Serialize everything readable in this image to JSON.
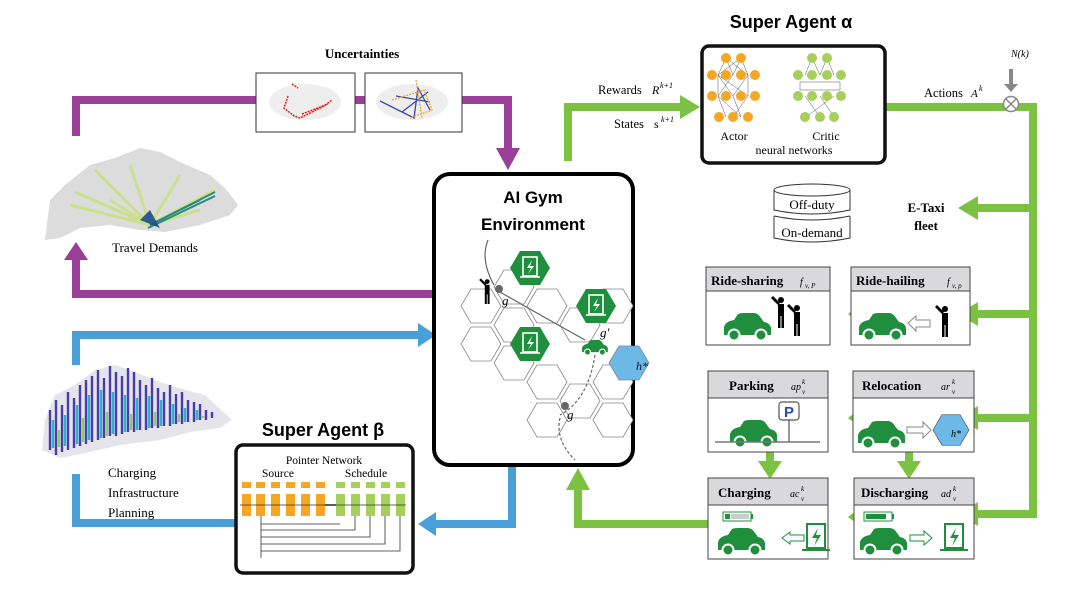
{
  "colors": {
    "purple": "#993f98",
    "green": "#7cc242",
    "blue": "#4a9fd8",
    "dark_green": "#1f8f3e",
    "orange": "#f5a623",
    "light_blue": "#6cb8e6",
    "header_gray": "#d9d9db"
  },
  "uncertainties": {
    "label": "Uncertainties"
  },
  "travel_demands": {
    "label": "Travel Demands"
  },
  "charging_planning": {
    "line1": "Charging",
    "line2": "Infrastructure",
    "line3": "Planning"
  },
  "gym": {
    "title_line1": "AI Gym",
    "title_line2": "Environment",
    "label_g1": "g",
    "label_g2": "g",
    "label_g_prime": "g'",
    "label_h_star": "h*"
  },
  "super_agent_alpha": {
    "title": "Super Agent α",
    "actor_label": "Actor",
    "critic_label": "Critic",
    "networks_label": "neural networks",
    "rewards_label": "Rewards",
    "rewards_symbol": "R",
    "rewards_sup": "k+1",
    "states_label": "States",
    "states_symbol": "s",
    "states_sup": "k+1",
    "actions_label": "Actions",
    "actions_symbol": "A",
    "actions_sup": "k",
    "noise_label": "N(k)"
  },
  "super_agent_beta": {
    "title": "Super Agent β",
    "network_label": "Pointer Network",
    "source_label": "Source",
    "schedule_label": "Schedule"
  },
  "fleet": {
    "label_line1": "E-Taxi",
    "label_line2": "fleet",
    "off_duty": "Off-duty",
    "on_demand": "On-demand"
  },
  "actions": [
    {
      "id": "ride-sharing",
      "label": "Ride-sharing",
      "symbol": "f",
      "sub": "v, P"
    },
    {
      "id": "ride-hailing",
      "label": "Ride-hailing",
      "symbol": "f",
      "sub": "v, p"
    },
    {
      "id": "parking",
      "label": "Parking",
      "symbol": "ap",
      "sup": "k",
      "sub": "v"
    },
    {
      "id": "relocation",
      "label": "Relocation",
      "symbol": "ar",
      "sup": "k",
      "sub": "v"
    },
    {
      "id": "charging",
      "label": "Charging",
      "symbol": "ac",
      "sup": "k",
      "sub": "v"
    },
    {
      "id": "discharging",
      "label": "Discharging",
      "symbol": "ad",
      "sup": "k",
      "sub": "v"
    }
  ],
  "parking_sign": "P",
  "relocation_target": "h*"
}
